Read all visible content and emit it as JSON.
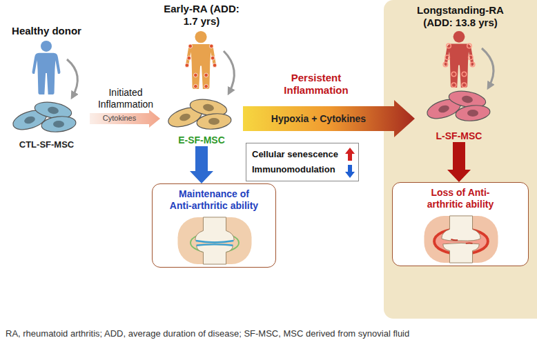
{
  "diagram": {
    "caption": "RA, rheumatoid arthritis; ADD, average duration of disease; SF-MSC, MSC derived from synovial fluid",
    "nodes": [
      {
        "text": [
          "Healthy donor",
          "CTL-SF-MSC"
        ]
      },
      {
        "text": [
          "Early-RA (ADD: 1.7 yrs)",
          "E-SF-MSC"
        ]
      },
      {
        "text": [
          "Longstanding-RA (ADD: 13.8 yrs)"
        ]
      },
      {
        "text": [
          "L-SF-MSC"
        ],
        "in": 2
      },
      {
        "text": [
          "Cellular senescence",
          "Immunomodulation"
        ]
      },
      {
        "text": [
          "Maintenance of Anti-arthritic ability"
        ]
      },
      {
        "text": [
          "Loss of Anti-arthritic ability"
        ],
        "in": 2
      }
    ],
    "edges": [
      {
        "from": 0,
        "to": 1,
        "label": "Cytokines",
        "arrow": "to"
      },
      {
        "from": 1,
        "to": 3,
        "label": "Hypoxia + Cytokines",
        "arrow": "to"
      },
      {
        "from": 1,
        "to": 5,
        "arrow": "to"
      },
      {
        "from": 3,
        "to": 6,
        "arrow": "to"
      }
    ],
    "labels": [
      "Initiated Inflammation",
      "Persistent Inflammation"
    ]
  }
}
